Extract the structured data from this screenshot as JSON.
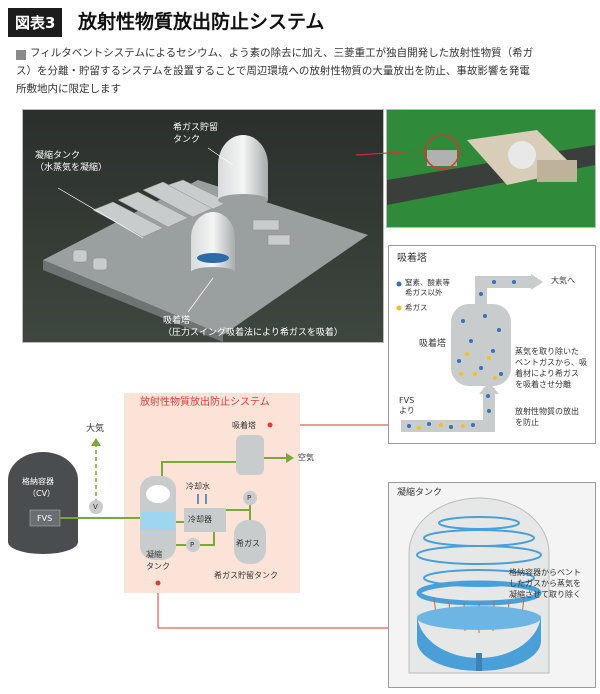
{
  "header": {
    "figure_number": "図表3",
    "title": "放射性物質放出防止システム"
  },
  "description": "フィルタベントシステムによるセシウム、よう素の除去に加え、三菱重工が独自開発した放射性物質（希ガス）を分離・貯留するシステムを設置することで周辺環境への放射性物質の大量放出を防止、事故影響を発電所敷地内に限定します",
  "plant_image": {
    "label_condensation_tank": "凝縮タンク",
    "label_condensation_tank_sub": "（水蒸気を凝縮）",
    "label_gas_storage_tank": "希ガス貯留",
    "label_gas_storage_tank_2": "タンク",
    "label_adsorption_tower": "吸着塔",
    "label_adsorption_tower_sub": "（圧力スイング吸着法により希ガスを吸着）"
  },
  "adsorption_panel": {
    "title": "吸着塔",
    "legend_nitrogen_oxygen": "窒素、酸素等",
    "legend_nitrogen_oxygen_2": "希ガス以外",
    "legend_noble_gas": "希ガス",
    "to_atmosphere": "大気へ",
    "tower_label": "吸着塔",
    "from_fvs": "FVS",
    "from_fvs_2": "より",
    "explain_1": "蒸気を取り除いた",
    "explain_2": "ベントガスから、吸",
    "explain_3": "着材により希ガス",
    "explain_4": "を吸着させ分離",
    "explain_5": "放射性物質の放出",
    "explain_6": "を防止",
    "color_blue_dot": "#3b6fb6",
    "color_yellow_dot": "#f2c21b"
  },
  "system_diagram": {
    "title": "放射性物質放出防止システム",
    "atmosphere": "大気",
    "containment": "格納容器",
    "containment_2": "（CV）",
    "fvs": "FVS",
    "valve_v": "V",
    "pump_p": "P",
    "cooling_water": "冷却水",
    "cooler": "冷却器",
    "condensation_tank": "凝縮",
    "condensation_tank_2": "タンク",
    "adsorption_tower": "吸着塔",
    "air": "空気",
    "noble_gas": "希ガス",
    "noble_gas_tank": "希ガス貯留タンク",
    "color_pipe": "#7aa83a",
    "color_accent": "#e03a3a"
  },
  "tank_panel": {
    "title": "凝縮タンク",
    "explain_1": "格納容器からベント",
    "explain_2": "したガスから蒸気を",
    "explain_3": "凝縮させて取り除く"
  }
}
